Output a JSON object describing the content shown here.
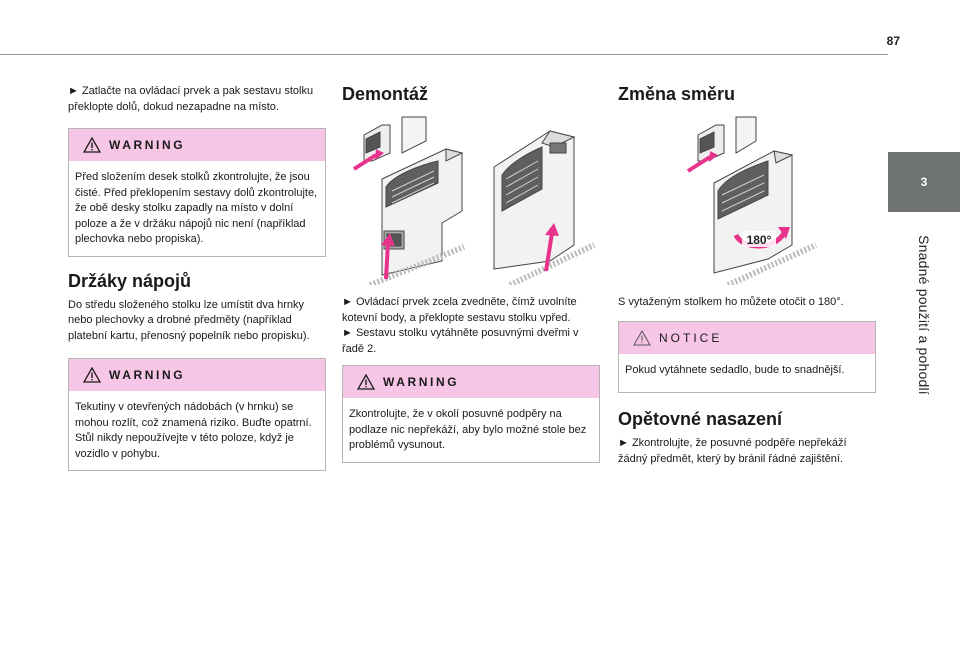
{
  "page_number": "87",
  "side_tab": {
    "number": "3",
    "label": "Snadné použití a pohodlí"
  },
  "col1": {
    "step": "► Zatlačte na ovládací prvek a pak sestavu stolku překlopte dolů, dokud nezapadne na místo.",
    "warning1": {
      "title": "WARNING",
      "text": "Před složením desek stolků zkontrolujte, že jsou čisté. Před překlopením sestavy dolů zkontrolujte, že obě desky stolku zapadly na místo v dolní poloze a že v držáku nápojů nic není (například plechovka nebo propiska)."
    },
    "heading": "Držáky nápojů",
    "body": "Do středu složeného stolku lze umístit dva hrnky nebo plechovky a drobné předměty (například platební kartu, přenosný popelník nebo propisku).",
    "warning2": {
      "title": "WARNING",
      "line1": "Tekutiny v otevřených nádobách (v hrnku) se mohou rozlít, což znamená riziko. Buďte opatrní.",
      "line2": "Stůl nikdy nepoužívejte v této poloze, když je vozidlo v pohybu."
    }
  },
  "col2": {
    "heading": "Demontáž",
    "step1": "► Ovládací prvek zcela zvedněte, čímž uvolníte kotevní body, a překlopte sestavu stolku vpřed.",
    "step2": "► Sestavu stolku vytáhněte posuvnými dveřmi v řadě 2.",
    "warning": {
      "title": "WARNING",
      "text": "Zkontrolujte, že v okolí posuvné podpěry na podlaze nic nepřekáží, aby bylo možné stole bez problémů vysunout."
    }
  },
  "col3": {
    "heading": "Změna směru",
    "rotation_label": "180°",
    "body": "S vytaženým stolkem ho můžete otočit o 180°.",
    "notice": {
      "title": "NOTICE",
      "text": "Pokud vytáhnete sedadlo, bude to snadnější."
    },
    "heading2": "Opětovné nasazení",
    "step": "► Zkontrolujte, že posuvné podpěře nepřekáží žádný předmět, který by bránil řádné zajištění."
  },
  "colors": {
    "warning_header": "#f7c6e6",
    "arrow_pink": "#e8338c",
    "side_tab": "#6e7273"
  }
}
